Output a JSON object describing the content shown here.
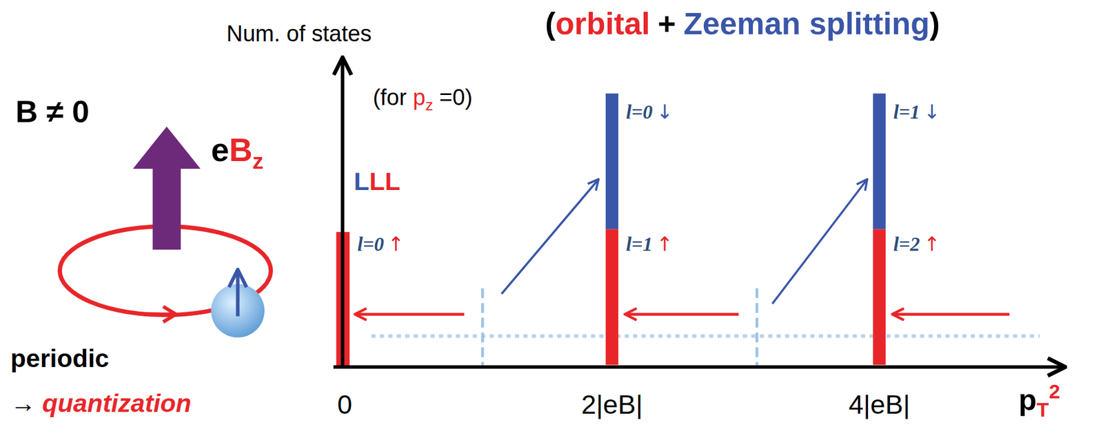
{
  "diagram": {
    "labels": [
      "(",
      "orbital",
      "+",
      "Zeeman splitting",
      ")",
      "Num. of states",
      "(for",
      "p",
      "z",
      "=0)",
      "B ≠ 0",
      "e",
      "B",
      "z",
      "L",
      "LL",
      "l=0",
      "↑",
      "l=0",
      "↓",
      "l=1",
      "↑",
      "l=1",
      "↓",
      "l=2",
      "↑",
      "0",
      "2|eB|",
      "4|eB|",
      "p",
      "T",
      "2",
      "periodic",
      "→",
      "quantization"
    ]
  }
}
